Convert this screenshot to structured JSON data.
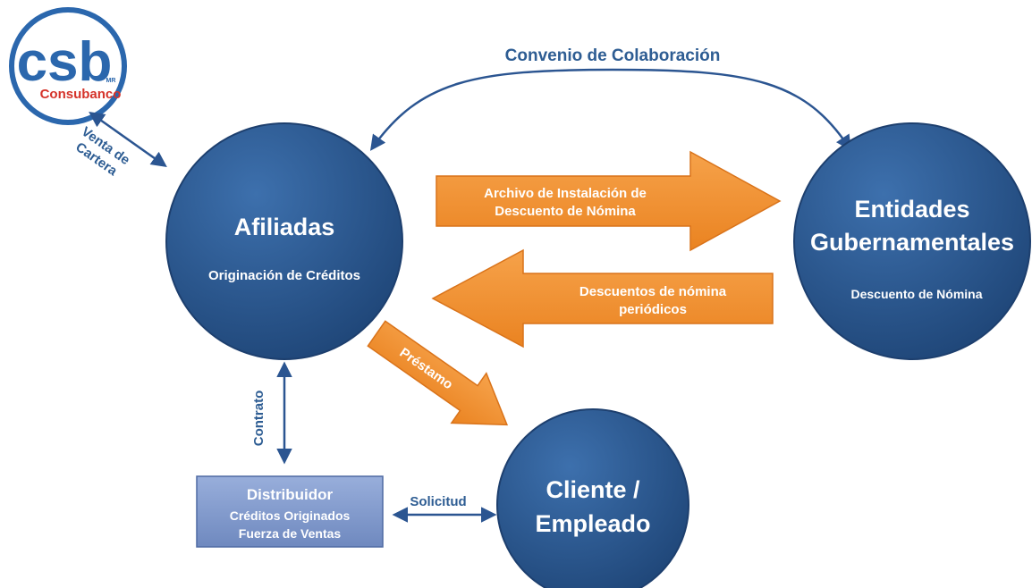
{
  "logo": {
    "letters": "csb",
    "brand": "Consubanco",
    "mark": "MR"
  },
  "top_connection": {
    "label": "Convenio de Colaboración"
  },
  "logo_connection": {
    "line1": "Venta de",
    "line2": "Cartera"
  },
  "nodes": {
    "afiliadas": {
      "title": "Afiliadas",
      "subtitle": "Originación de Créditos"
    },
    "entidades": {
      "title_line1": "Entidades",
      "title_line2": "Gubernamentales",
      "subtitle": "Descuento de Nómina"
    },
    "cliente": {
      "title_line1": "Cliente /",
      "title_line2": "Empleado"
    },
    "distribuidor": {
      "title": "Distribuidor",
      "line1": "Créditos Originados",
      "line2": "Fuerza de Ventas"
    }
  },
  "flows": {
    "archivo": {
      "line1": "Archivo de Instalación de",
      "line2": "Descuento de Nómina"
    },
    "descuentos": {
      "line1": "Descuentos de nómina",
      "line2": "periódicos"
    },
    "prestamo": {
      "label": "Préstamo"
    },
    "contrato": {
      "label": "Contrato"
    },
    "solicitud": {
      "label": "Solicitud"
    }
  },
  "colors": {
    "circle": "#2c5a94",
    "circle_dark": "#1d3f6e",
    "arrow_orange": "#f0902e",
    "arrow_orange_dark": "#d9731a",
    "connector": "#2b5591",
    "label_blue": "#2e5d93",
    "box": "#7f98c9",
    "logo_blue": "#2b67ad",
    "logo_red": "#d5332a"
  }
}
